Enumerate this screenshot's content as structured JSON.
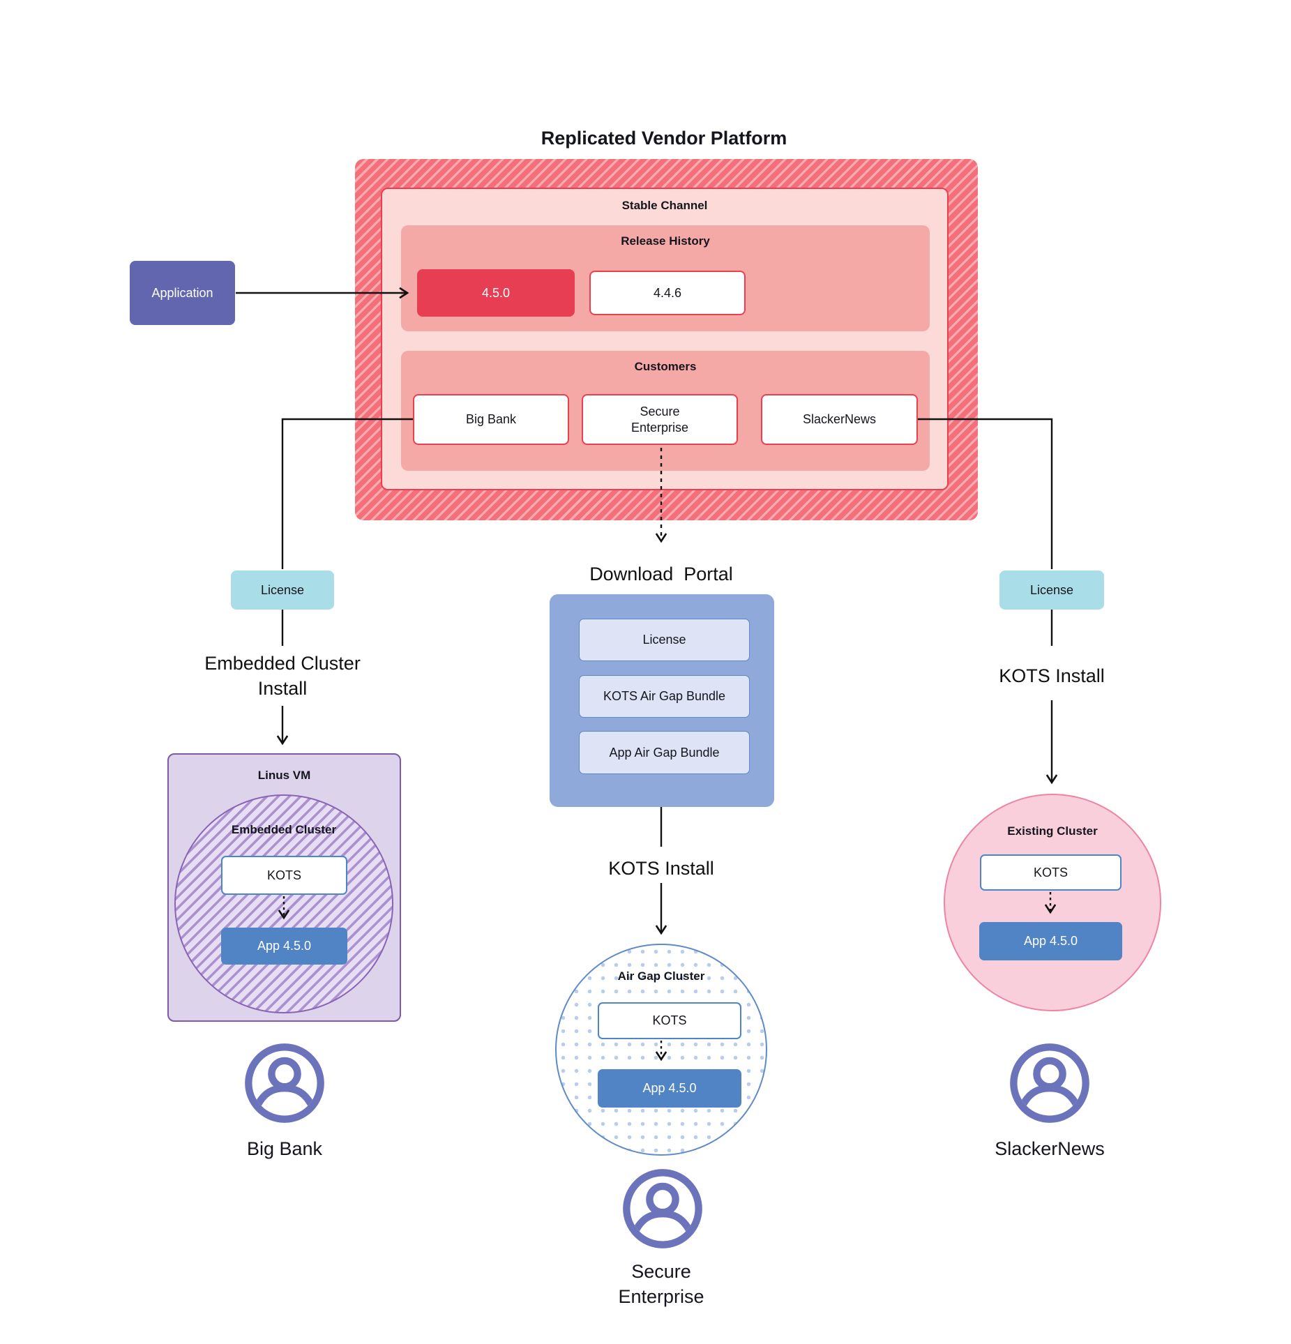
{
  "title": "Replicated Vendor Platform",
  "platform": {
    "stable_channel": "Stable Channel",
    "release_history": {
      "label": "Release History",
      "releases": [
        {
          "version": "4.5.0",
          "state": "current"
        },
        {
          "version": "4.4.6",
          "state": "previous"
        }
      ]
    },
    "customers": {
      "label": "Customers",
      "items": [
        "Big Bank",
        "Secure\nEnterprise",
        "SlackerNews"
      ]
    }
  },
  "application": {
    "label": "Application"
  },
  "flows": {
    "embedded": {
      "license": "License",
      "install": "Embedded Cluster\nInstall",
      "vm": "Linus VM",
      "cluster": "Embedded Cluster",
      "kots": "KOTS",
      "app": "App 4.5.0",
      "customer": "Big Bank"
    },
    "airgap": {
      "portal_title": "Download  Portal",
      "portal_items": [
        "License",
        "KOTS Air Gap Bundle",
        "App Air Gap Bundle"
      ],
      "install": "KOTS Install",
      "cluster": "Air Gap Cluster",
      "kots": "KOTS",
      "app": "App 4.5.0",
      "customer": "Secure\nEnterprise"
    },
    "existing": {
      "license": "License",
      "install": "KOTS Install",
      "cluster": "Existing Cluster",
      "kots": "KOTS",
      "app": "App 4.5.0",
      "customer": "SlackerNews"
    }
  },
  "colors": {
    "channel_hatch_base": "#F3707A",
    "channel_hatch_stripe": "#F8ACB1",
    "channel_bg": "#FBDAD7",
    "channel_border": "#E9404F",
    "group_bg": "#F5A9A6",
    "release_current_bg": "#E83E54",
    "application_bg": "#6166AE",
    "license_bg": "#A9DDE7",
    "portal_bg": "#8FA9DA",
    "portal_item_bg": "#DEE3F6",
    "portal_item_border": "#5F88C9",
    "vm_bg": "#DDD3EB",
    "vm_border": "#7E58A9",
    "cluster_hatch": "#AB91D1",
    "kots_border": "#4C86C8",
    "app_bg": "#5084C4",
    "airgap_border": "#5E8BC8",
    "airgap_dot": "#BACDEC",
    "existing_bg": "#F8CFDA",
    "existing_border": "#EE84A5",
    "user_icon": "#6B74BA"
  }
}
